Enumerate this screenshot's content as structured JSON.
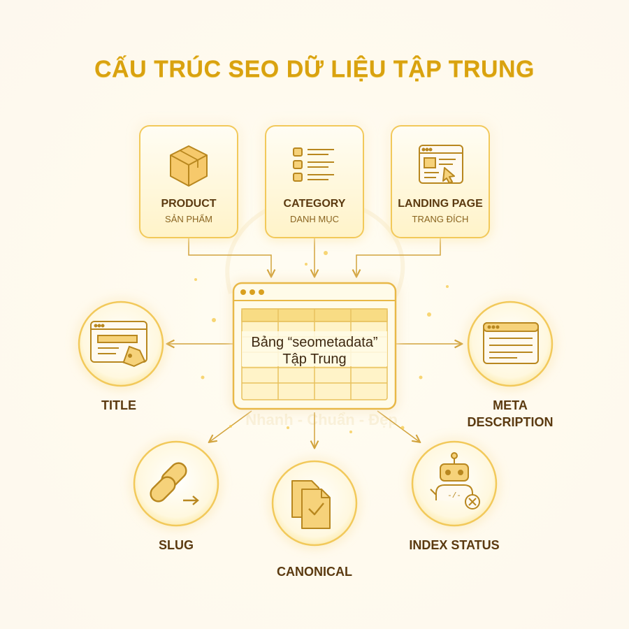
{
  "title": "CẤU TRÚC SEO DỮ LIỆU TẬP TRUNG",
  "sources": [
    {
      "label": "PRODUCT",
      "sub": "SẢN PHẨM",
      "icon": "box-icon"
    },
    {
      "label": "CATEGORY",
      "sub": "DANH MỤC",
      "icon": "list-icon"
    },
    {
      "label": "LANDING PAGE",
      "sub": "TRANG ĐÍCH",
      "icon": "webpage-cursor-icon"
    }
  ],
  "center": {
    "line1": "Bảng “seometadata”",
    "line2": "Tập Trung"
  },
  "outputs": [
    {
      "label": "TITLE",
      "icon": "title-tag-icon"
    },
    {
      "label": "META DESCRIPTION",
      "icon": "browser-text-icon"
    },
    {
      "label": "SLUG",
      "icon": "chain-link-icon"
    },
    {
      "label": "CANONICAL",
      "icon": "document-check-icon"
    },
    {
      "label": "INDEX STATUS",
      "icon": "robot-icon"
    }
  ],
  "watermark": "Nhanh - Chuẩn - Đẹp",
  "colors": {
    "title": "#d9a20f",
    "stroke": "#c99a2e",
    "text": "#5b3a10",
    "glow": "#fde58a"
  }
}
